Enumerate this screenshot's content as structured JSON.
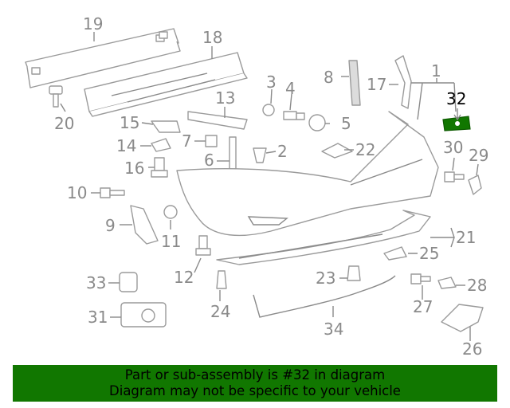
{
  "labels": {
    "l1": "1",
    "l2": "2",
    "l3": "3",
    "l4": "4",
    "l5": "5",
    "l6": "6",
    "l7": "7",
    "l8": "8",
    "l9": "9",
    "l10": "10",
    "l11": "11",
    "l12": "12",
    "l13": "13",
    "l14": "14",
    "l15": "15",
    "l16": "16",
    "l17": "17",
    "l18": "18",
    "l19": "19",
    "l20": "20",
    "l21": "21",
    "l22": "22",
    "l23": "23",
    "l24": "24",
    "l25": "25",
    "l26": "26",
    "l27": "27",
    "l28": "28",
    "l29": "29",
    "l30": "30",
    "l31": "31",
    "l32": "32",
    "l33": "33",
    "l34": "34"
  },
  "highlight": {
    "part_number": "32",
    "color": "#117700"
  },
  "banner": {
    "line1": "Part or sub-assembly is #32 in diagram",
    "line2": "Diagram may not be specific to your vehicle",
    "color": "#117700"
  }
}
